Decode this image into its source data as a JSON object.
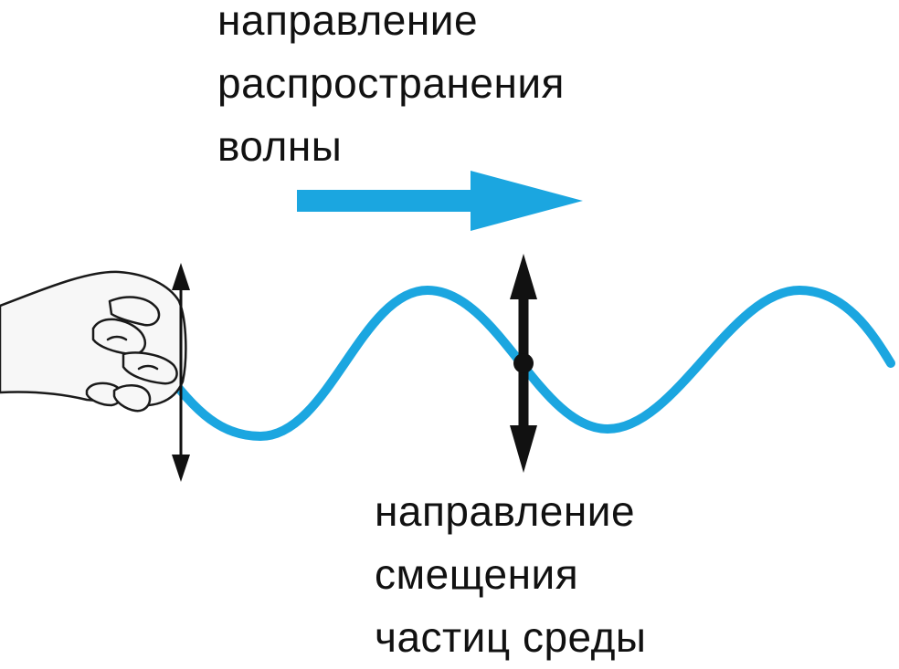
{
  "labels": {
    "propagation": [
      "направление",
      "распространения",
      "волны"
    ],
    "displacement": [
      "направление",
      "смещения",
      "частиц среды"
    ]
  },
  "colors": {
    "wave": "#1ba6e0",
    "arrow": "#1ba6e0",
    "ink": "#111111",
    "hand_fill": "#f7f7f7",
    "hand_stroke": "#1a1a1a"
  },
  "icons": {
    "hand": "hand-icon",
    "propagation_arrow": "arrow-right-icon",
    "displacement_arrows": "double-arrow-vertical-icon"
  }
}
